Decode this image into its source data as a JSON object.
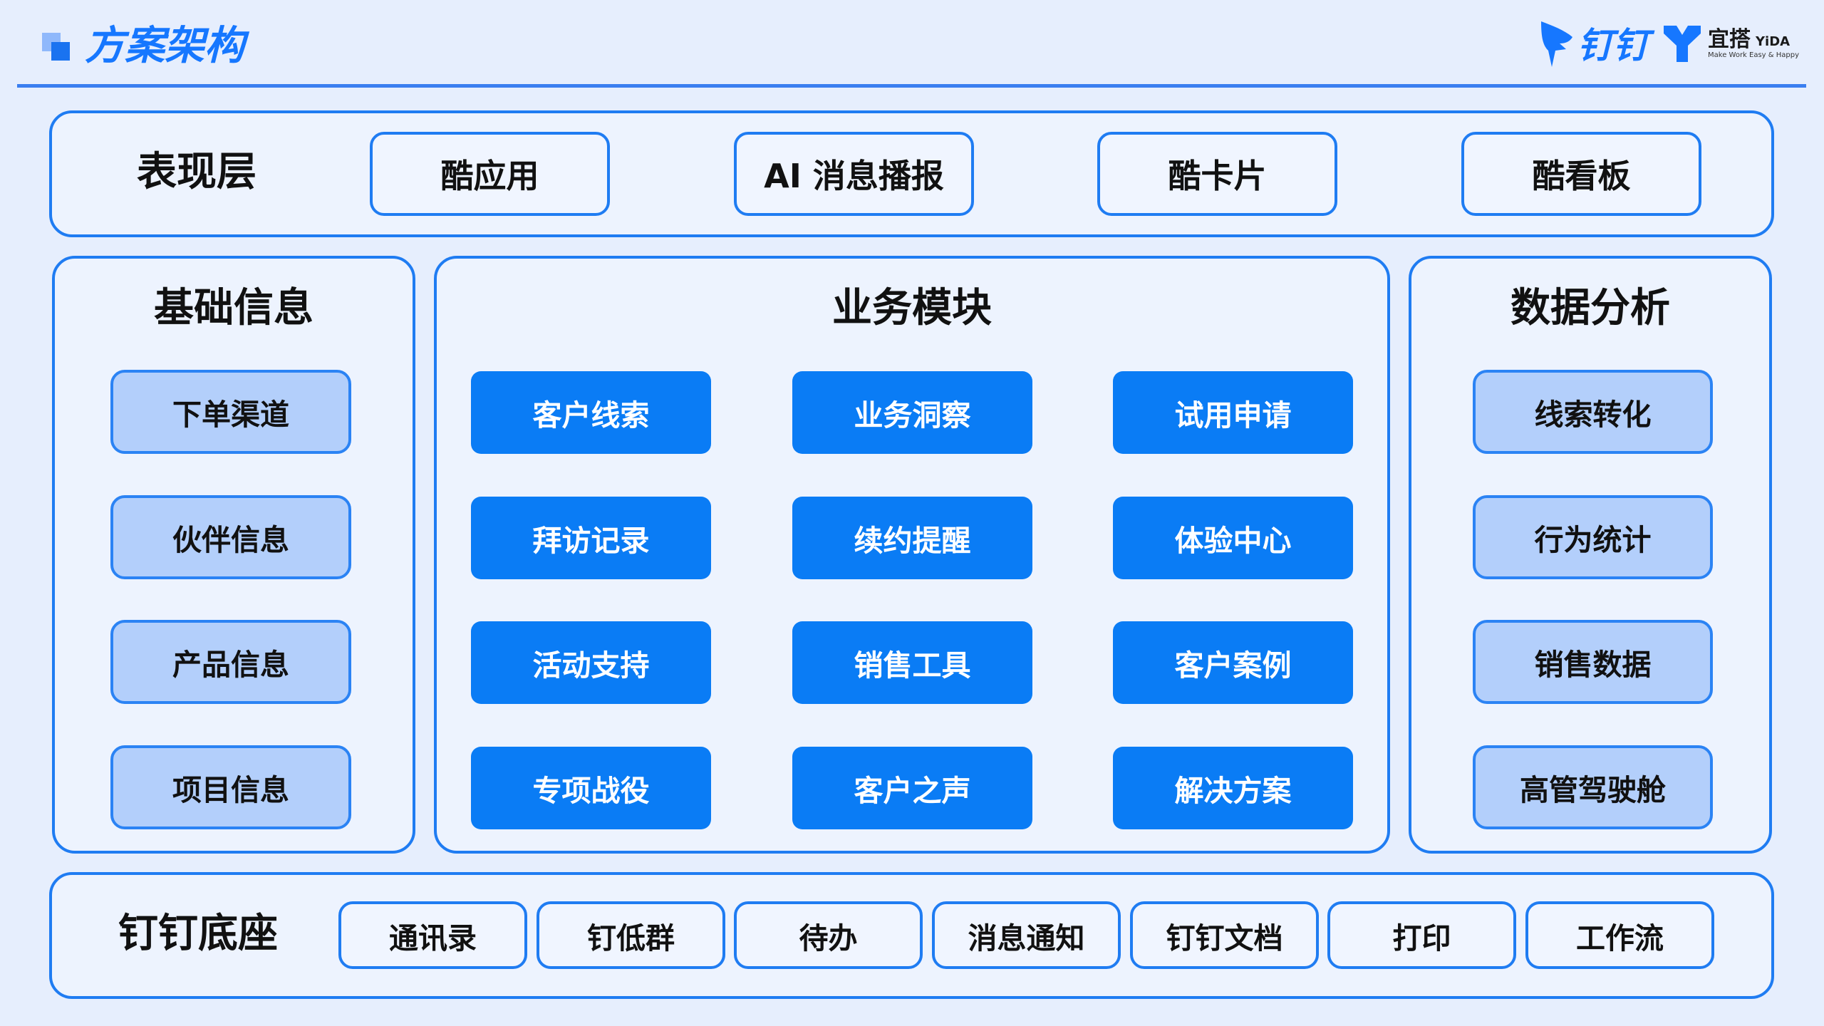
{
  "header": {
    "title": "方案架构",
    "title_icon": "title-squares-icon"
  },
  "logos": {
    "dingtalk_icon": "dingtalk-logo-icon",
    "dingtalk_name": "钉钉",
    "yida_icon": "yida-logo-icon",
    "yida_name": "宜搭",
    "yida_name_en": "YiDA",
    "yida_slogan": "Make Work Easy & Happy"
  },
  "colors": {
    "background": "#e6eefd",
    "accent": "#1677ff",
    "border": "#1f7cf2",
    "module_fill": "#0a7cf5",
    "info_fill": "#b3cffb"
  },
  "presentation_layer": {
    "label": "表现层",
    "items": [
      "酷应用",
      "AI 消息播报",
      "酷卡片",
      "酷看板"
    ]
  },
  "basic_info": {
    "title": "基础信息",
    "items": [
      "下单渠道",
      "伙伴信息",
      "产品信息",
      "项目信息"
    ]
  },
  "business_modules": {
    "title": "业务模块",
    "items": [
      "客户线索",
      "业务洞察",
      "试用申请",
      "拜访记录",
      "续约提醒",
      "体验中心",
      "活动支持",
      "销售工具",
      "客户案例",
      "专项战役",
      "客户之声",
      "解决方案"
    ]
  },
  "data_analysis": {
    "title": "数据分析",
    "items": [
      "线索转化",
      "行为统计",
      "销售数据",
      "高管驾驶舱"
    ]
  },
  "dingtalk_base": {
    "label": "钉钉底座",
    "items": [
      "通讯录",
      "钉低群",
      "待办",
      "消息通知",
      "钉钉文档",
      "打印",
      "工作流"
    ]
  }
}
